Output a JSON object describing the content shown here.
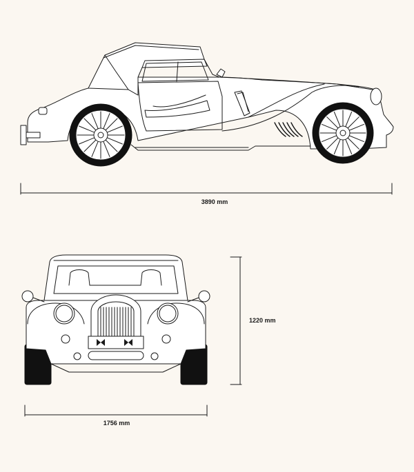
{
  "dimensions": {
    "length": "3890 mm",
    "height": "1220 mm",
    "width": "1756 mm"
  },
  "colors": {
    "background": "#fbf7f1",
    "line": "#1a1a1a",
    "tyre": "#111111",
    "body_fill": "#ffffff"
  }
}
